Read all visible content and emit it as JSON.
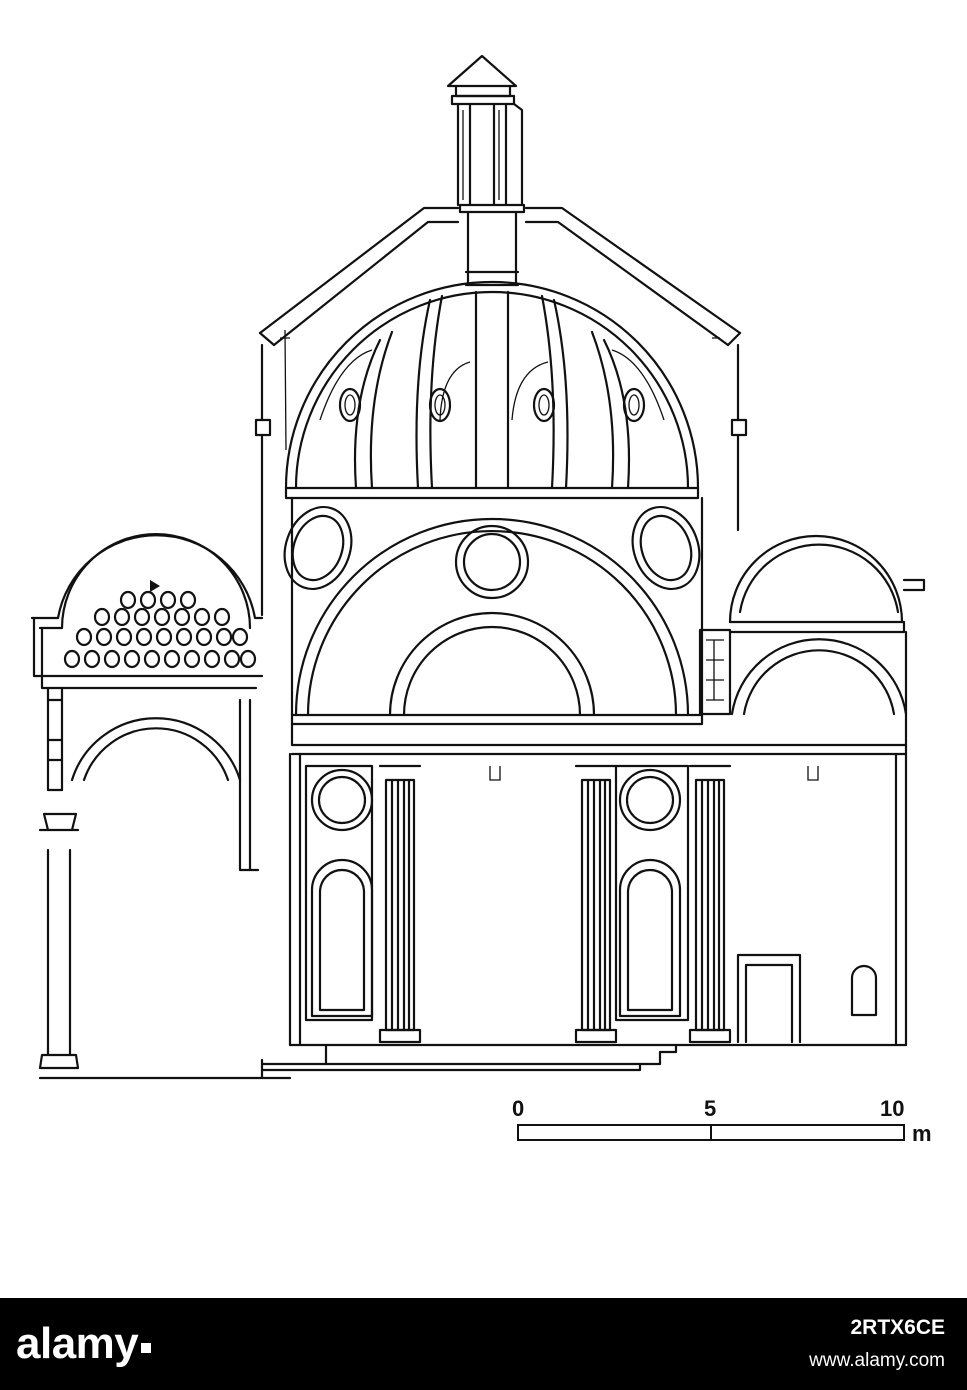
{
  "scale_bar": {
    "ticks": [
      "0",
      "5",
      "10"
    ],
    "unit": "m"
  },
  "watermark": {
    "brand": "alamy",
    "image_id": "2RTX6CE",
    "url": "www.alamy.com"
  },
  "icons": [
    "alamy-logo-icon"
  ]
}
